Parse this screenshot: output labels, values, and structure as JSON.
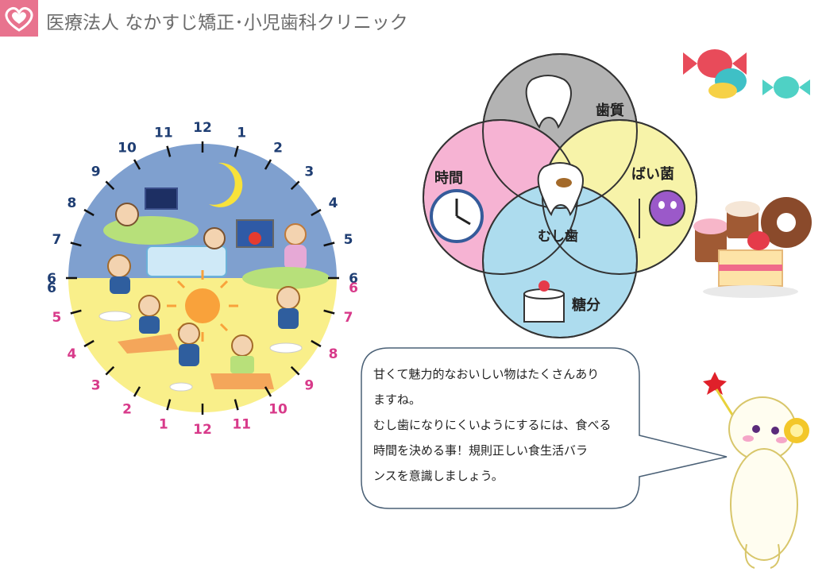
{
  "header": {
    "clinic_name": "医療法人 なかすじ矯正･小児歯科クリニック",
    "logo_icon": "hearts-logo-icon",
    "logo_color": "#e8738e"
  },
  "clock": {
    "night_hours": [
      "12",
      "1",
      "2",
      "3",
      "4",
      "5",
      "6",
      "7",
      "8",
      "9",
      "10",
      "11"
    ],
    "day_hours": [
      "6",
      "7",
      "8",
      "9",
      "10",
      "11",
      "12",
      "1",
      "2",
      "3",
      "4",
      "5"
    ],
    "night_color": "#7fa0cf",
    "day_color": "#f9ef8a",
    "night_label_color": "#1f3e73",
    "day_label_color": "#d83a8a"
  },
  "venn": {
    "circles": [
      {
        "label": "歯質",
        "color": "#a6a6a6"
      },
      {
        "label": "時間",
        "color": "#f5a6cc"
      },
      {
        "label": "ばい菌",
        "color": "#f6f29b"
      },
      {
        "label": "糖分",
        "color": "#9fd6ec"
      }
    ],
    "center_label": "むし歯"
  },
  "speech_bubble": {
    "lines": [
      "甘くて魅力的なおいしい物はたくさんあり",
      "ますね。",
      "むし歯になりにくいようにするには、食べる",
      "時間を決める事！規則正しい食生活バラ",
      "ンスを意識しましょう。"
    ]
  }
}
